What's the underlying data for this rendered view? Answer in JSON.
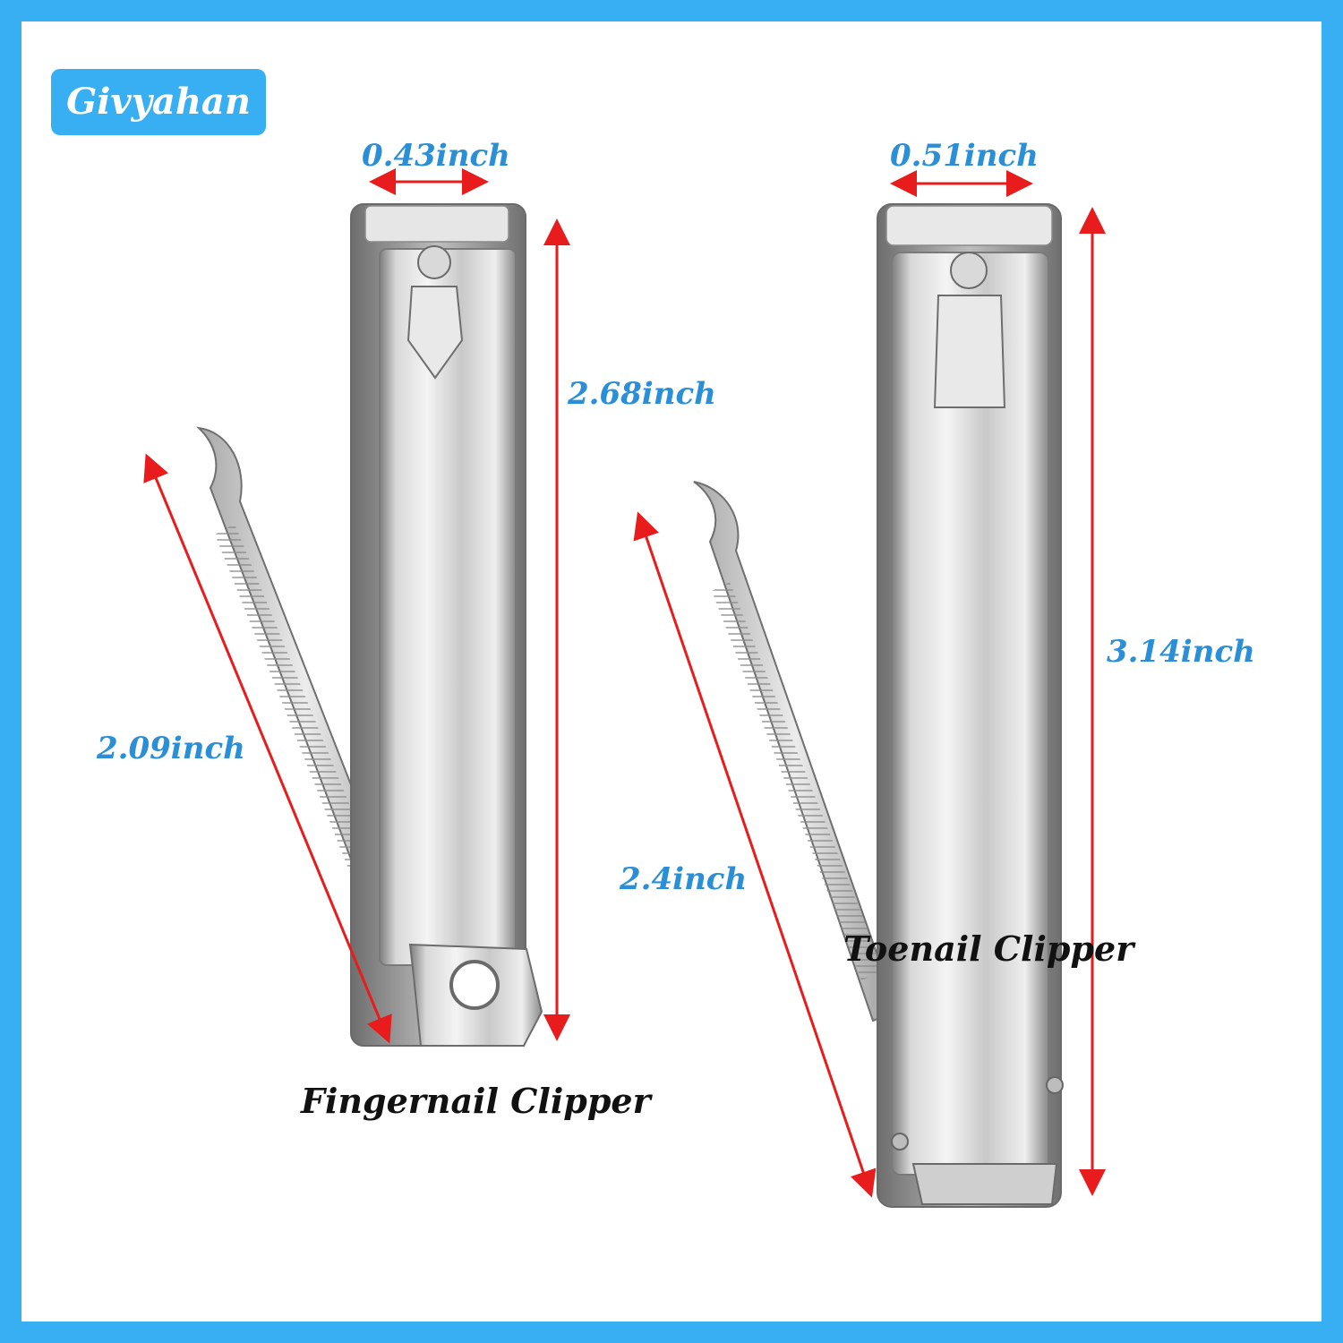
{
  "brand": {
    "name": "Givyahan"
  },
  "colors": {
    "frame": "#38aef3",
    "dimension_text": "#2a8fd6",
    "arrow": "#e81c1c",
    "caption": "#111111"
  },
  "products": [
    {
      "caption": "Fingernail Clipper",
      "width_label": "0.43inch",
      "length_label": "2.68inch",
      "file_label": "2.09inch"
    },
    {
      "caption": "Toenail Clipper",
      "width_label": "0.51inch",
      "length_label": "3.14inch",
      "file_label": "2.4inch"
    }
  ]
}
